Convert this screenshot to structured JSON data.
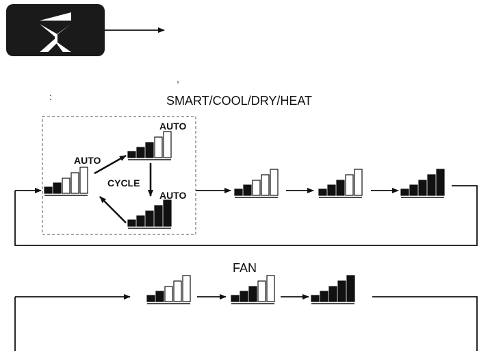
{
  "header": {
    "icon": "fan-icon",
    "icon_bg_color": "#1a1a1a",
    "comma": ",",
    "colon": ":"
  },
  "top_section": {
    "mode_label": "SMART/COOL/DRY/HEAT",
    "auto_label": "AUTO",
    "cycle_label": "CYCLE"
  },
  "fan_section": {
    "mode_label": "FAN"
  },
  "colors": {
    "line": "#111111",
    "bar_filled": "#111111",
    "bar_empty": "#ffffff"
  }
}
